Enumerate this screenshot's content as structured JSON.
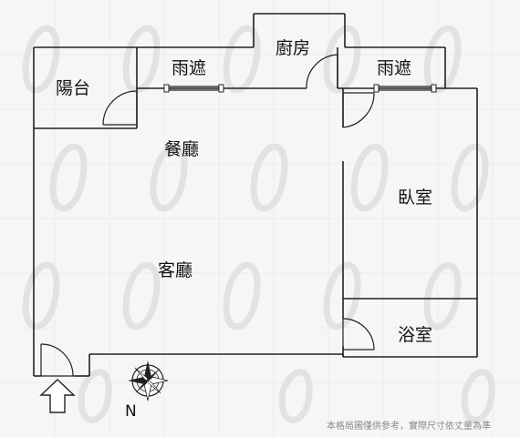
{
  "plan": {
    "rooms": {
      "balcony": "陽台",
      "rain_cover_left": "雨遮",
      "kitchen": "廚房",
      "rain_cover_right": "雨遮",
      "dining_room": "餐廳",
      "bedroom": "臥室",
      "living_room": "客廳",
      "bathroom": "浴室"
    },
    "compass_label": "N",
    "disclaimer": "本格局圖僅供參考，實際尺寸依丈量為準"
  }
}
